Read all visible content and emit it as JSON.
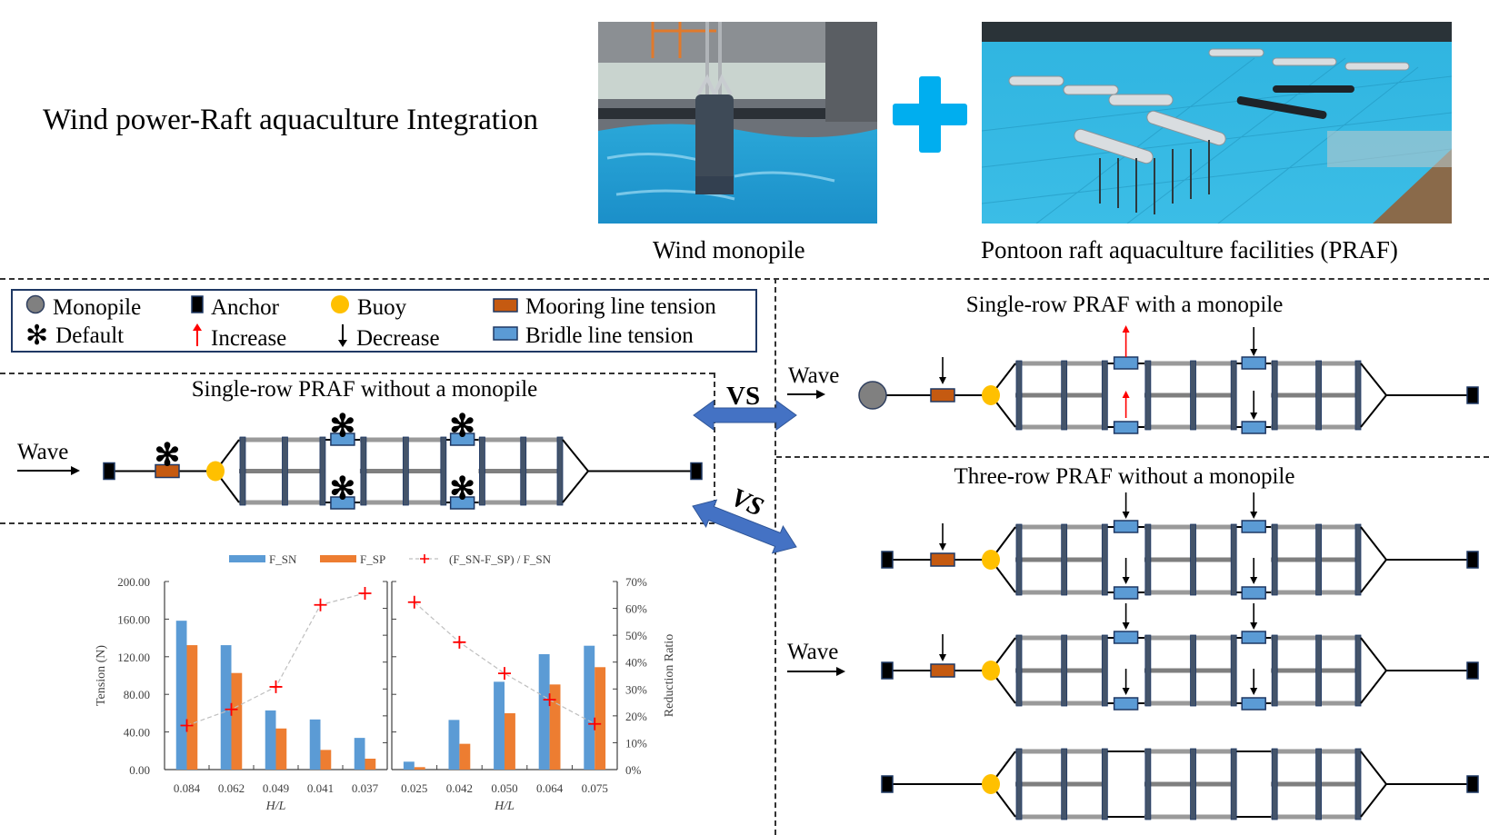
{
  "header": {
    "title": "Wind power-Raft aquaculture Integration",
    "photo_monopile_caption": "Wind monopile",
    "photo_praf_caption": "Pontoon raft aquaculture facilities (PRAF)",
    "plus_icon_color": "#00aeef"
  },
  "legend": {
    "items": [
      {
        "icon": "monopile-icon",
        "label": "Monopile"
      },
      {
        "icon": "anchor-icon",
        "label": "Anchor"
      },
      {
        "icon": "buoy-icon",
        "label": "Buoy"
      },
      {
        "icon": "mooring-line-tension-icon",
        "label": "Mooring line tension"
      },
      {
        "icon": "default-asterisk-icon",
        "label": "Default"
      },
      {
        "icon": "increase-arrow-icon",
        "label": "Increase"
      },
      {
        "icon": "decrease-arrow-icon",
        "label": "Decrease"
      },
      {
        "icon": "bridle-line-tension-icon",
        "label": "Bridle line tension"
      }
    ]
  },
  "colors": {
    "monopile": "#808080",
    "anchor": "#000000",
    "buoy": "#ffc000",
    "mooring": "#c55a11",
    "bridle": "#5b9bd5",
    "frame": "#44546a",
    "increase": "#ff0000",
    "decrease": "#000000",
    "vs_arrow": "#4472c4"
  },
  "diagrams": {
    "single_no_monopile": {
      "title": "Single-row PRAF without a monopile",
      "wave": "Wave",
      "marker": "default"
    },
    "single_with_monopile": {
      "title": "Single-row PRAF with a monopile",
      "wave": "Wave"
    },
    "three_row_no_monopile": {
      "title": "Three-row PRAF without a monopile",
      "wave": "Wave"
    },
    "vs_label": "VS"
  },
  "chart_data": {
    "type": "bar",
    "legend": [
      "F_SN",
      "F_SP",
      "(F_SN-F_SP) / F_SN"
    ],
    "legend_position": "top",
    "ylabel": "Tension (N)",
    "y2label": "Reduction Ratio",
    "ylim": [
      0,
      200
    ],
    "yticks": [
      "0.00",
      "40.00",
      "80.00",
      "120.00",
      "160.00",
      "200.00"
    ],
    "y2lim": [
      0,
      70
    ],
    "y2ticks": [
      "0%",
      "10%",
      "20%",
      "30%",
      "40%",
      "50%",
      "60%",
      "70%"
    ],
    "panels": [
      {
        "xlabel": "H/L",
        "categories": [
          "0.084",
          "0.062",
          "0.049",
          "0.041",
          "0.037"
        ],
        "series": [
          {
            "name": "F_SN",
            "type": "bar",
            "values": [
              158.3,
              132.3,
              62.9,
              53.3,
              33.7
            ]
          },
          {
            "name": "F_SP",
            "type": "bar",
            "values": [
              132.3,
              102.7,
              43.7,
              20.9,
              11.6
            ]
          },
          {
            "name": "(F_SN-F_SP) / F_SN",
            "type": "line",
            "axis": "right",
            "values": [
              16.4,
              22.4,
              30.8,
              61.3,
              65.6
            ]
          }
        ]
      },
      {
        "xlabel": "H/L",
        "categories": [
          "0.025",
          "0.042",
          "0.050",
          "0.064",
          "0.075"
        ],
        "series": [
          {
            "name": "F_SN",
            "type": "bar",
            "values": [
              8.4,
              52.8,
              93.4,
              122.7,
              131.7
            ]
          },
          {
            "name": "F_SP",
            "type": "bar",
            "values": [
              2.6,
              27.4,
              59.9,
              90.5,
              108.9
            ]
          },
          {
            "name": "(F_SN-F_SP) / F_SN",
            "type": "line",
            "axis": "right",
            "values": [
              62.3,
              47.4,
              35.8,
              26.0,
              17.0
            ]
          }
        ]
      }
    ]
  }
}
